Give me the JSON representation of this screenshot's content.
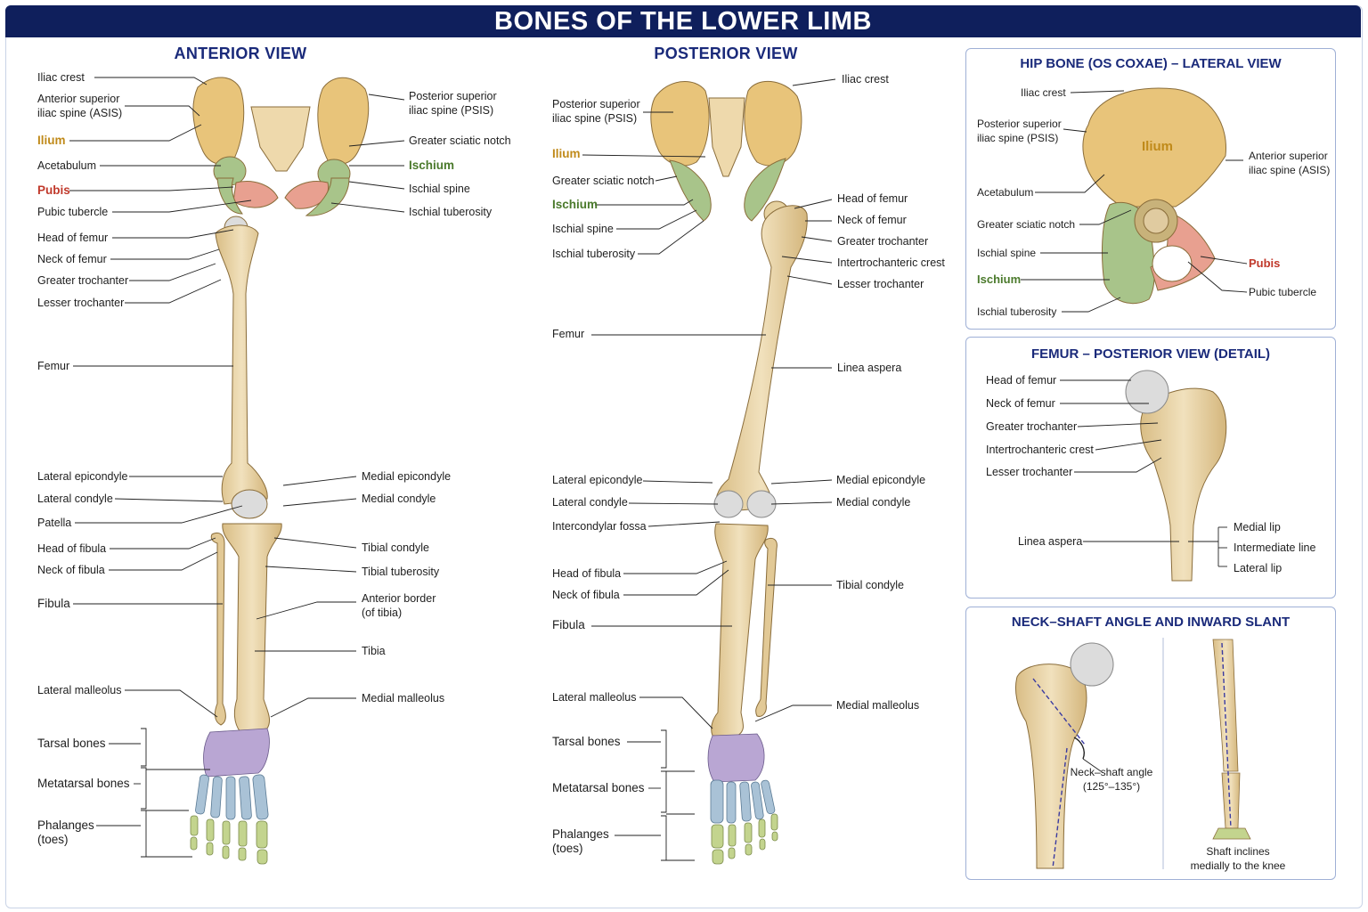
{
  "title": "BONES OF THE LOWER LIMB",
  "anterior": {
    "title": "ANTERIOR VIEW",
    "labels_left": [
      "Iliac crest",
      "Anterior superior\niliac spine (ASIS)",
      "Ilium",
      "Acetabulum",
      "Pubis",
      "Pubic tubercle",
      "Head of femur",
      "Neck of femur",
      "Greater trochanter",
      "Lesser trochanter",
      "Femur",
      "Lateral epicondyle",
      "Lateral condyle",
      "Patella",
      "Head of fibula",
      "Neck of fibula",
      "Fibula",
      "Lateral malleolus",
      "Tarsal bones",
      "Metatarsal bones",
      "Phalanges\n(toes)"
    ],
    "labels_right": [
      "Posterior superior\niliac spine (PSIS)",
      "Greater sciatic notch",
      "Ischium",
      "Ischial spine",
      "Ischial tuberosity",
      "Medial epicondyle",
      "Medial condyle",
      "Tibial condyle",
      "Tibial tuberosity",
      "Anterior border\n(of tibia)",
      "Tibia",
      "Medial malleolus"
    ]
  },
  "posterior": {
    "title": "POSTERIOR VIEW",
    "labels_left": [
      "Posterior superior\niliac spine (PSIS)",
      "Ilium",
      "Greater sciatic notch",
      "Ischium",
      "Ischial spine",
      "Ischial tuberosity",
      "Femur",
      "Lateral epicondyle",
      "Lateral condyle",
      "Intercondylar fossa",
      "Head of fibula",
      "Neck of fibula",
      "Fibula",
      "Lateral malleolus",
      "Tarsal bones",
      "Metatarsal bones",
      "Phalanges\n(toes)"
    ],
    "labels_right": [
      "Iliac crest",
      "Head of femur",
      "Neck of femur",
      "Greater trochanter",
      "Intertrochanteric crest",
      "Lesser trochanter",
      "Linea aspera",
      "Medial epicondyle",
      "Medial condyle",
      "Tibial condyle",
      "Medial malleolus"
    ]
  },
  "hip_panel": {
    "title": "HIP BONE (OS COXAE) – LATERAL VIEW",
    "labels": [
      "Iliac crest",
      "Posterior superior\niliac spine (PSIS)",
      "Acetabulum",
      "Greater sciatic notch",
      "Ischial spine",
      "Ischium",
      "Ischial tuberosity",
      "Ilium",
      "Anterior superior\niliac spine (ASIS)",
      "Pubis",
      "Pubic tubercle"
    ]
  },
  "femur_panel": {
    "title": "FEMUR – POSTERIOR VIEW (DETAIL)",
    "labels": [
      "Head of femur",
      "Neck of femur",
      "Greater trochanter",
      "Intertrochanteric crest",
      "Lesser trochanter",
      "Linea aspera",
      "Medial lip",
      "Intermediate line",
      "Lateral lip"
    ]
  },
  "angle_panel": {
    "title": "NECK–SHAFT ANGLE AND INWARD SLANT",
    "neck_label": "Neck–shaft angle\n(125°–135°)",
    "slant_label": "Shaft inclines\nmedially to the knee"
  },
  "colors": {
    "header": "#0f1f5c",
    "title_text": "#1a2a7a",
    "bone": "#e8d3a5",
    "ilium": "#e8c47a",
    "ischium": "#a8c48a",
    "pubis": "#e8a090",
    "tarsal": "#b9a6d3",
    "metatarsal": "#a9c2d6",
    "phalanges": "#c3d48e",
    "cartilage": "#dcdcdc"
  }
}
